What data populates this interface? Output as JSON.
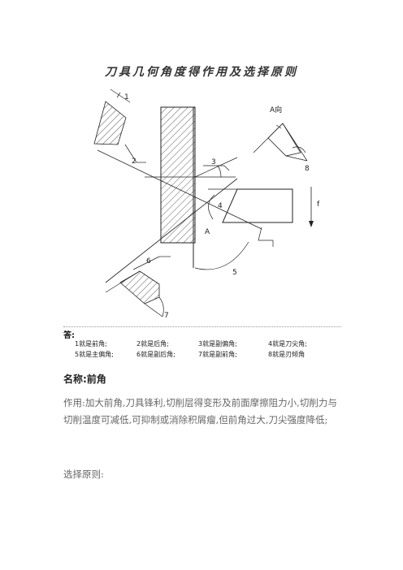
{
  "title": "刀具几何角度得作用及选择原则",
  "diagram": {
    "labels": [
      "1",
      "2",
      "3",
      "4",
      "5",
      "6",
      "7",
      "8"
    ],
    "view_label": "A向",
    "section_label": "A",
    "feed_label": "f"
  },
  "answer": {
    "label": "答:",
    "items": [
      "1就是前角;",
      "2就是后角;",
      "3就是副偏角;",
      "4就是刀尖角;",
      "5就是主偏角;",
      "6就是副后角;",
      "7就是副前角;",
      "8就是刃倾角"
    ]
  },
  "section": {
    "name": "名称:前角",
    "effect": "作用:加大前角,刀具锋利,切削层得变形及前面摩擦阻力小,切削力与切削温度可减低,可抑制或消除积屑瘤,但前角过大,刀尖强度降低;",
    "principle_label": "选择原则:"
  }
}
